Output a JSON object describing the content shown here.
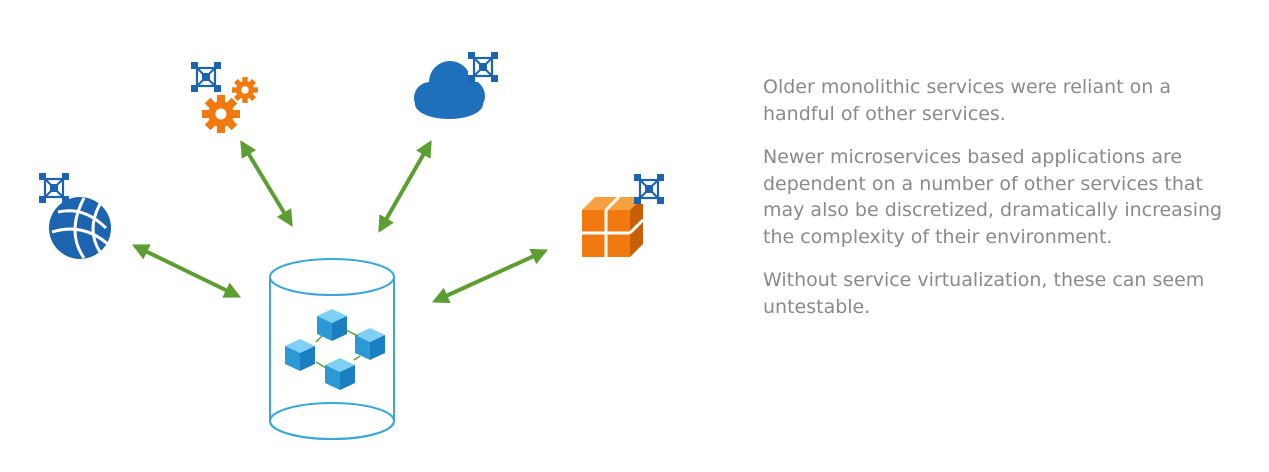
{
  "text": {
    "paragraph_1": "Older monolithic services were reliant on a handful of other services.",
    "paragraph_2": "Newer microservices based applications are dependent on a number of other services that may also be discretized, dramatically increasing the complexity of their environment.",
    "paragraph_3": "Without service virtualization, these can seem untestable."
  },
  "colors": {
    "arrow": "#5c9e32",
    "cylinder": "#3aa6dc",
    "cube": "#33a9df",
    "orange": "#f07a10",
    "blue_dark": "#1c64b0",
    "cloud": "#1f70bb",
    "text": "#8a8a8a"
  },
  "icons": {
    "globe": "globe-icon",
    "gears": "gears-icon",
    "cloud": "cloud-icon",
    "blocks": "blocks-icon",
    "badge": "virtual-service-badge-icon",
    "cylinder": "service-container-cylinder",
    "microservices": "microservice-cubes-icon"
  }
}
